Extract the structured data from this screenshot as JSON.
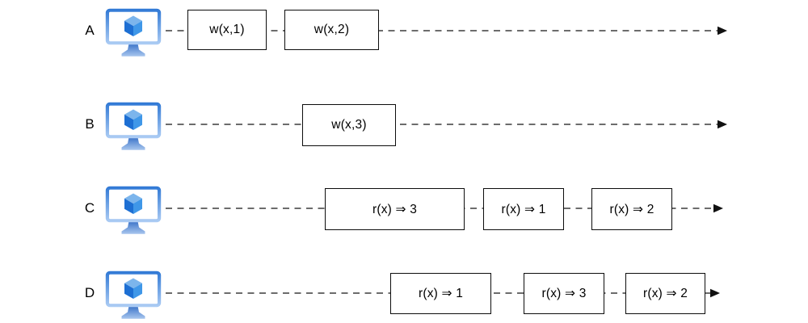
{
  "figure": {
    "title": "replica-consistency-timelines",
    "background": "#ffffff"
  },
  "style": {
    "line_color": "#3c3c3c",
    "arrow_color": "#111111",
    "box_border": "#0d0d0d",
    "text_color": "#000000"
  },
  "icon": {
    "name": "virtual-machine-monitor",
    "frame_top": "#2F78D5",
    "frame_bottom": "#AECDF4",
    "screen": "#FFFFFF",
    "cube_top": "#7CB5EC",
    "cube_left": "#1D6FD3",
    "cube_right": "#3F97E8",
    "stand_top": "#3A72C8",
    "stand_bottom": "#A8C6EE"
  },
  "rows": [
    {
      "label": "A",
      "events": [
        {
          "label": "w(x,1)"
        },
        {
          "label": "w(x,2)"
        }
      ]
    },
    {
      "label": "B",
      "events": [
        {
          "label": "w(x,3)"
        }
      ]
    },
    {
      "label": "C",
      "events": [
        {
          "label": "r(x) ⇒ 3"
        },
        {
          "label": "r(x) ⇒ 1"
        },
        {
          "label": "r(x) ⇒ 2"
        }
      ]
    },
    {
      "label": "D",
      "events": [
        {
          "label": "r(x) ⇒ 1"
        },
        {
          "label": "r(x) ⇒ 3"
        },
        {
          "label": "r(x) ⇒ 2"
        }
      ]
    }
  ]
}
